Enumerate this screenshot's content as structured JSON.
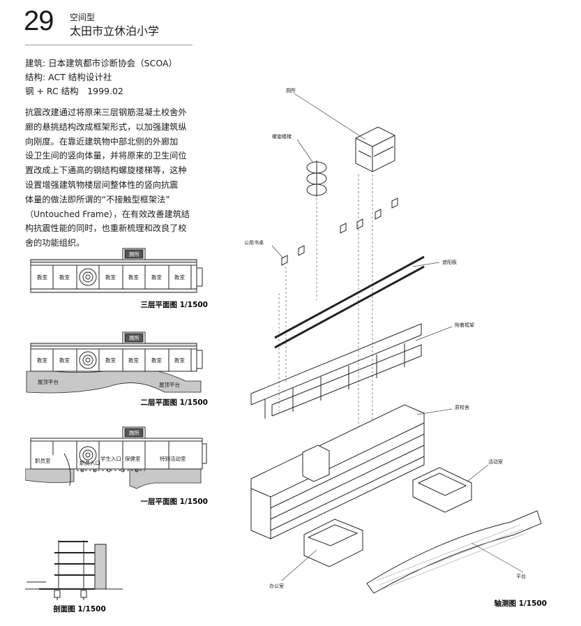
{
  "header": {
    "number": "29",
    "category": "空间型",
    "title": "太田市立休泊小学"
  },
  "meta": {
    "architecture": "建筑: 日本建筑都市诊断协会（SCOA）",
    "structure": "结构: ACT 结构设计社",
    "system": "钢 + RC 结构　1999.02"
  },
  "body": [
    "抗震改建通过将原来三层钢筋混凝土校舍外",
    "廊的悬挑结构改成框架形式，以加强建筑纵",
    "向刚度。在靠近建筑物中部北侧的外廊加",
    "设卫生间的竖向体量，并将原来的卫生间位",
    "置改成上下通高的钢结构螺旋楼梯等，这种",
    "设置增强建筑物楼层间整体性的竖向抗震",
    "体量的做法即所谓的“不接触型框架法”",
    "（Untouched Frame），在有效改善建筑结",
    "构抗震性能的同时，也重新梳理和改良了校",
    "舍的功能组织。"
  ],
  "plans": {
    "third_floor": {
      "caption": "三层平面图 1/1500",
      "toilet": "厕所",
      "rooms": [
        "教室",
        "教室",
        "教室",
        "教室",
        "教室",
        "教室"
      ]
    },
    "second_floor": {
      "caption": "二层平面图 1/1500",
      "toilet": "厕所",
      "rooms": [
        "教室",
        "教室",
        "教室",
        "教室",
        "教室",
        "教室"
      ],
      "roof_left": "屋顶平台",
      "roof_right": "屋顶平台"
    },
    "first_floor": {
      "caption": "一层平面图 1/1500",
      "toilet": "厕所",
      "rooms": [
        "职员室",
        "职员入口",
        "学生入口",
        "保健室",
        "特别活动室"
      ]
    },
    "section": {
      "caption": "剖面图 1/1500"
    }
  },
  "axo": {
    "caption": "轴测图 1/1500",
    "labels": {
      "toilet": "厕所",
      "spiral_stair": "螺旋楼梯",
      "public_desk": "公用书桌",
      "sunshade": "遮阳板",
      "attached_frame": "附着框架",
      "original_building": "原校舍",
      "activity_room": "活动室",
      "office": "办公室",
      "platform": "平台"
    }
  }
}
